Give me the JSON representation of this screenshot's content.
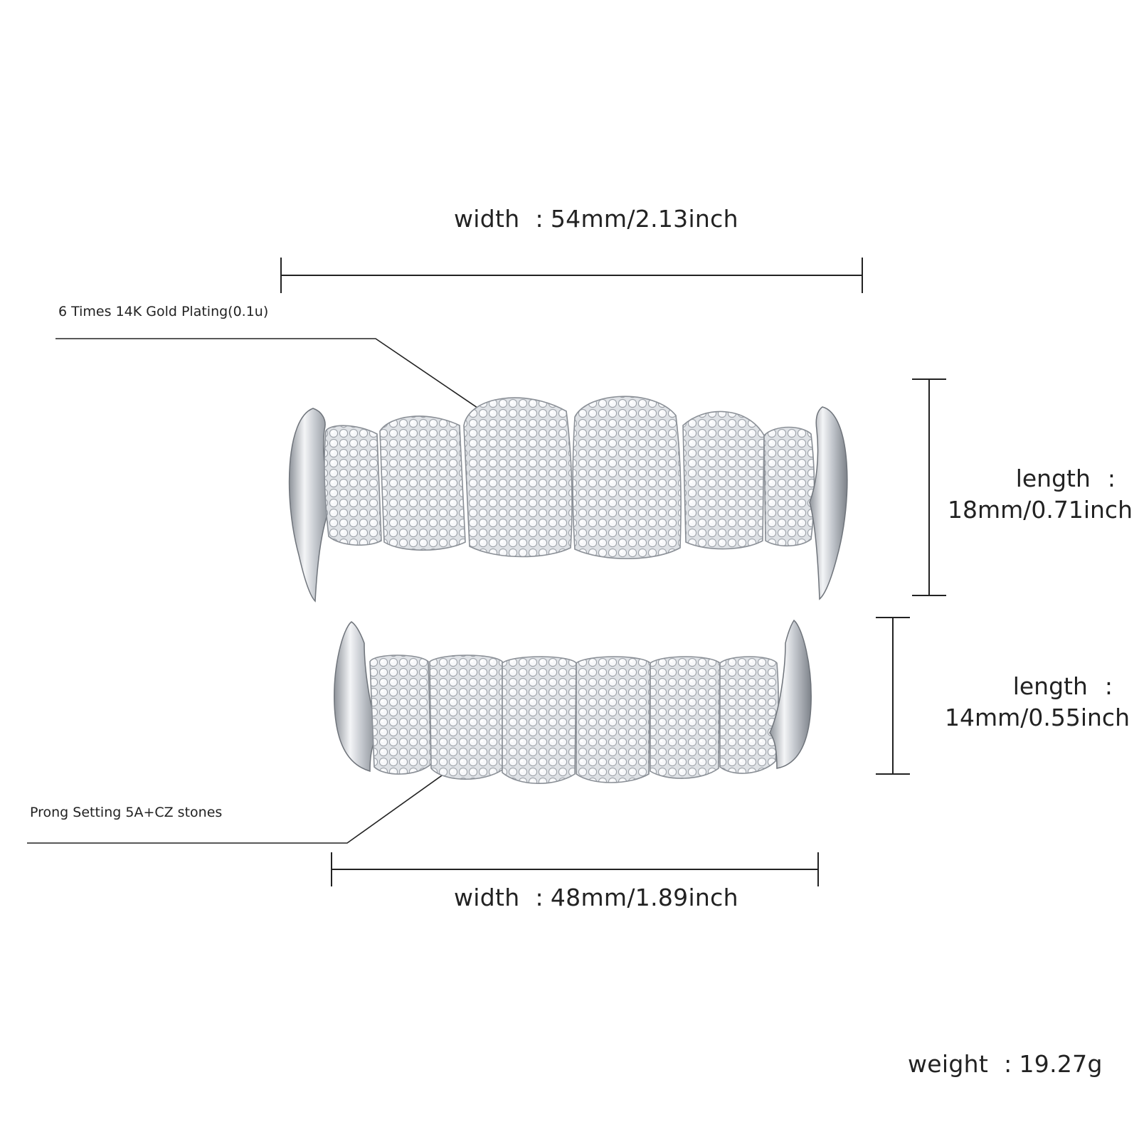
{
  "top_width": {
    "label": "width",
    "separator": ":",
    "value": "54mm/2.13inch"
  },
  "plating_note": "6 Times  14K  Gold  Plating(0.1u)",
  "top_length": {
    "label": "length",
    "separator": ":",
    "value": "18mm/0.71inch"
  },
  "bottom_length": {
    "label": "length",
    "separator": ":",
    "value": "14mm/0.55inch"
  },
  "stones_note": "Prong Setting 5A+CZ stones",
  "bottom_width": {
    "label": "width",
    "separator": ":",
    "value": "48mm/1.89inch"
  },
  "weight": {
    "label": "weight",
    "separator": ":",
    "value": "19.27g"
  },
  "colors": {
    "background": "#ffffff",
    "text": "#222222",
    "metal": "#c9ccd1",
    "stone": "#eef0f3"
  }
}
